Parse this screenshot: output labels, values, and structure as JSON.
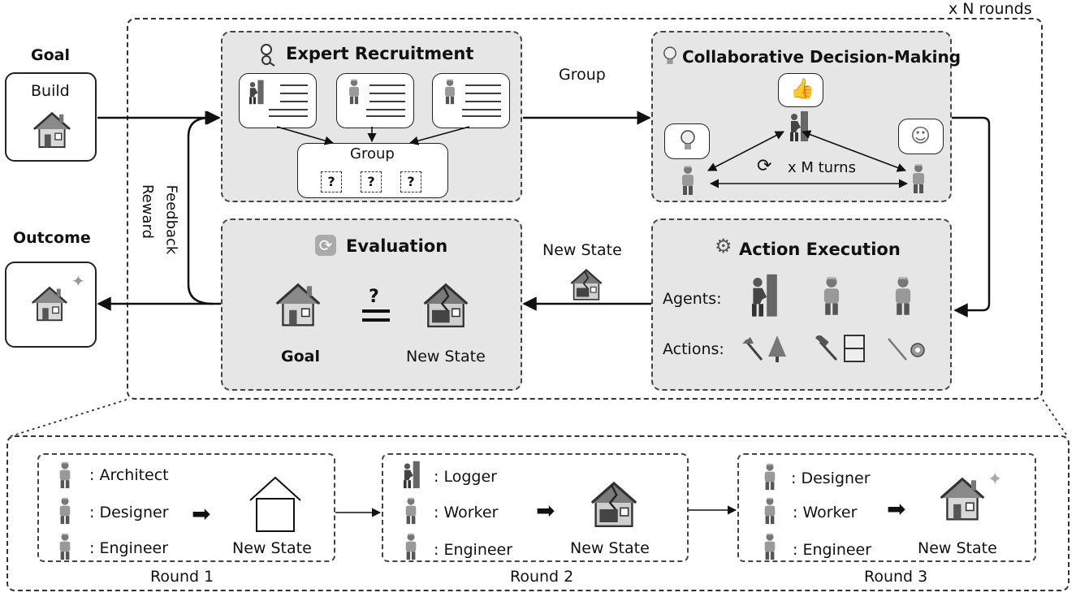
{
  "loop_label": "x N rounds",
  "goal": {
    "heading": "Goal",
    "card_label": "Build",
    "icon": "house-icon"
  },
  "outcome": {
    "heading": "Outcome",
    "icon": "sparkling-house-icon"
  },
  "feedback": {
    "line1": "Reward",
    "line2": "Feedback"
  },
  "expert_recruitment": {
    "title": "Expert Recruitment",
    "icon": "recruiter-icon",
    "group_label": "Group",
    "slots": [
      "?",
      "?",
      "?"
    ]
  },
  "arrow_group_label": "Group",
  "collab": {
    "title": "Collaborative Decision-Making",
    "icon": "lightbulb-icon",
    "turns_label": "x M turns"
  },
  "action_execution": {
    "title": "Action Execution",
    "icon": "gear-icon",
    "agents_label": "Agents:",
    "actions_label": "Actions:"
  },
  "new_state_arrow_label": "New State",
  "evaluation": {
    "title": "Evaluation",
    "icon": "refresh-icon",
    "question": "?",
    "goal_label": "Goal",
    "state_label": "New State"
  },
  "rounds": [
    {
      "caption": "Round 1",
      "roles": [
        ": Architect",
        ": Designer",
        ": Engineer"
      ],
      "state_label": "New State",
      "state_icon": "house-outline-icon"
    },
    {
      "caption": "Round 2",
      "roles": [
        ": Logger",
        ": Worker",
        ": Engineer"
      ],
      "state_label": "New State",
      "state_icon": "broken-house-icon"
    },
    {
      "caption": "Round 3",
      "roles": [
        ": Designer",
        ": Worker",
        ": Engineer"
      ],
      "state_label": "New State",
      "state_icon": "sparkling-house-icon"
    }
  ]
}
